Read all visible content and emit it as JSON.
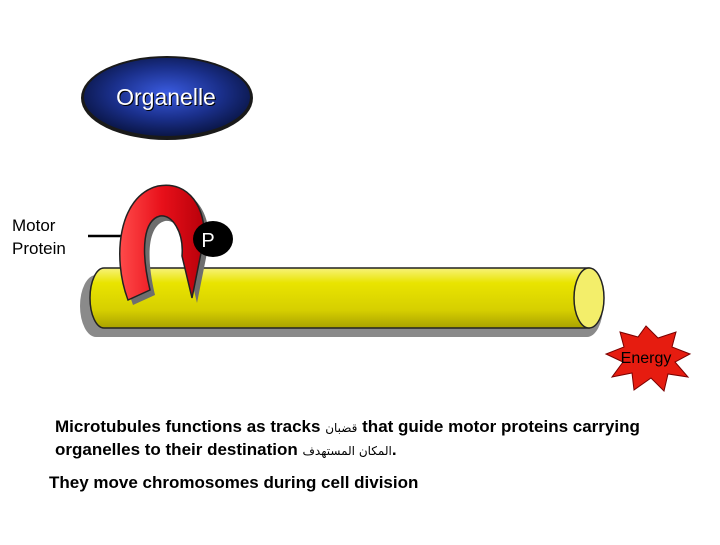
{
  "organelle_label": "Organelle",
  "motor_protein_label_line1": "Motor",
  "motor_protein_label_line2": "Protein",
  "phosphate_label": "P",
  "energy_label": "Energy",
  "caption": {
    "line1_start": "Microtubules functions  as tracks ",
    "line1_arabic": "قضبان",
    "line1_end": " that guide motor proteins carrying",
    "line2_start": "organelles to their destination ",
    "line2_arabic": "المكان المستهدف",
    "line2_end": "."
  },
  "note": "They move chromosomes during cell division",
  "colors": {
    "organelle_fill": "#0c1d5e",
    "organelle_glow": "#2b4fd0",
    "motor_protein": "#e8101a",
    "microtubule": "#e9e400",
    "phosphate_fill": "#000000",
    "energy_burst": "#e61c10",
    "shadow": "#8a8a8a"
  }
}
